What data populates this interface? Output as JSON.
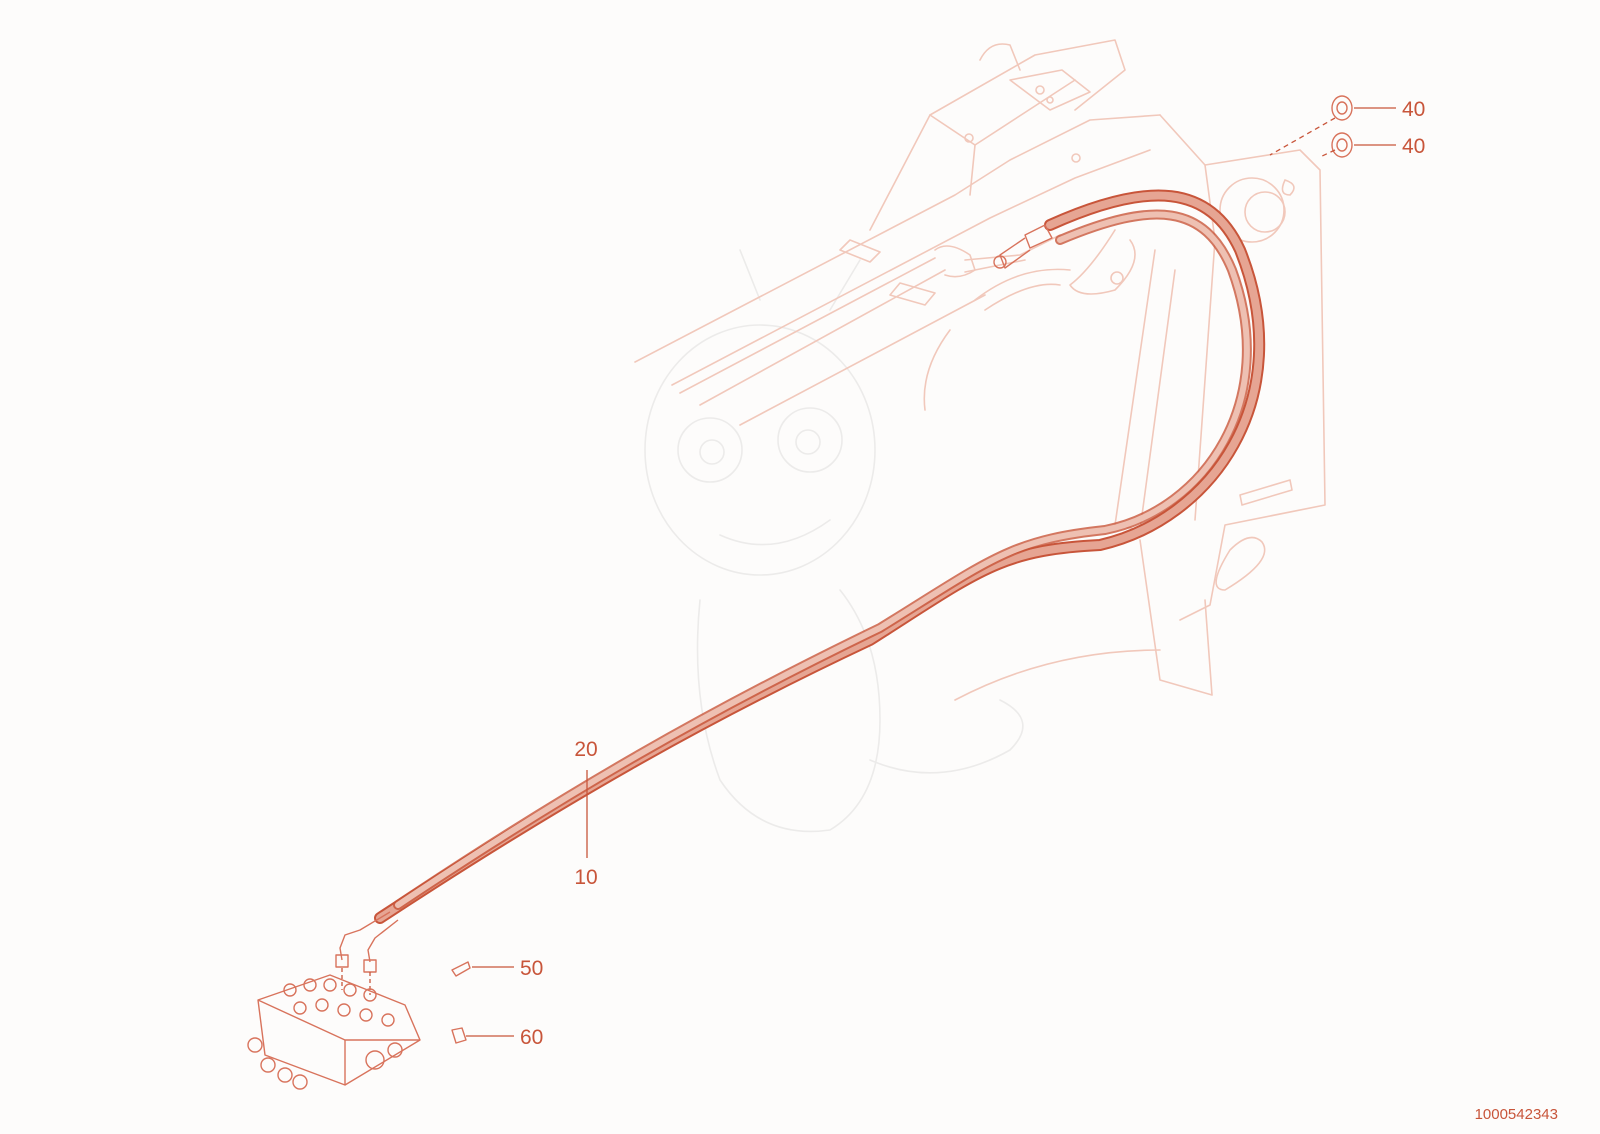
{
  "callouts": [
    {
      "id": "hose-upper",
      "label": "20"
    },
    {
      "id": "hose-lower",
      "label": "10"
    },
    {
      "id": "plug-a",
      "label": "40"
    },
    {
      "id": "plug-b",
      "label": "40"
    },
    {
      "id": "clip",
      "label": "50"
    },
    {
      "id": "clamp",
      "label": "60"
    }
  ],
  "document_number": "1000542343",
  "colors": {
    "highlight": "#c8553a",
    "hose_fill": "#e0937e",
    "frame_line": "#f1c8bb",
    "background": "#fdfcfb"
  }
}
